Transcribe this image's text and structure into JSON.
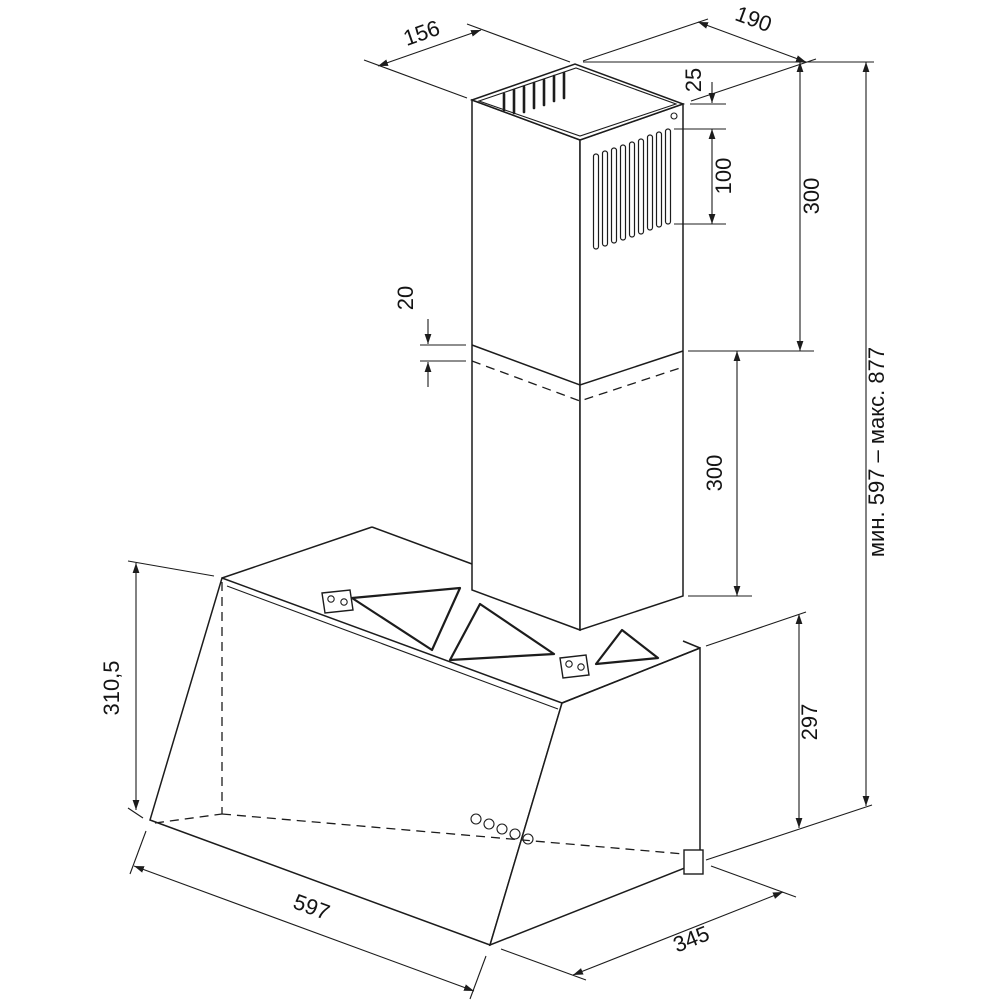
{
  "drawing": {
    "background": "#ffffff",
    "line_color": "#1c1c1c",
    "labels": {
      "top_depth": "156",
      "top_width": "190",
      "slot_offset": "25",
      "slot_height": "100",
      "upper_duct": "300",
      "overlap": "20",
      "lower_duct": "300",
      "body_back_height": "297",
      "front_height": "310,5",
      "body_width": "597",
      "body_depth": "345",
      "height_range": "мин. 597 – макс. 877"
    }
  }
}
